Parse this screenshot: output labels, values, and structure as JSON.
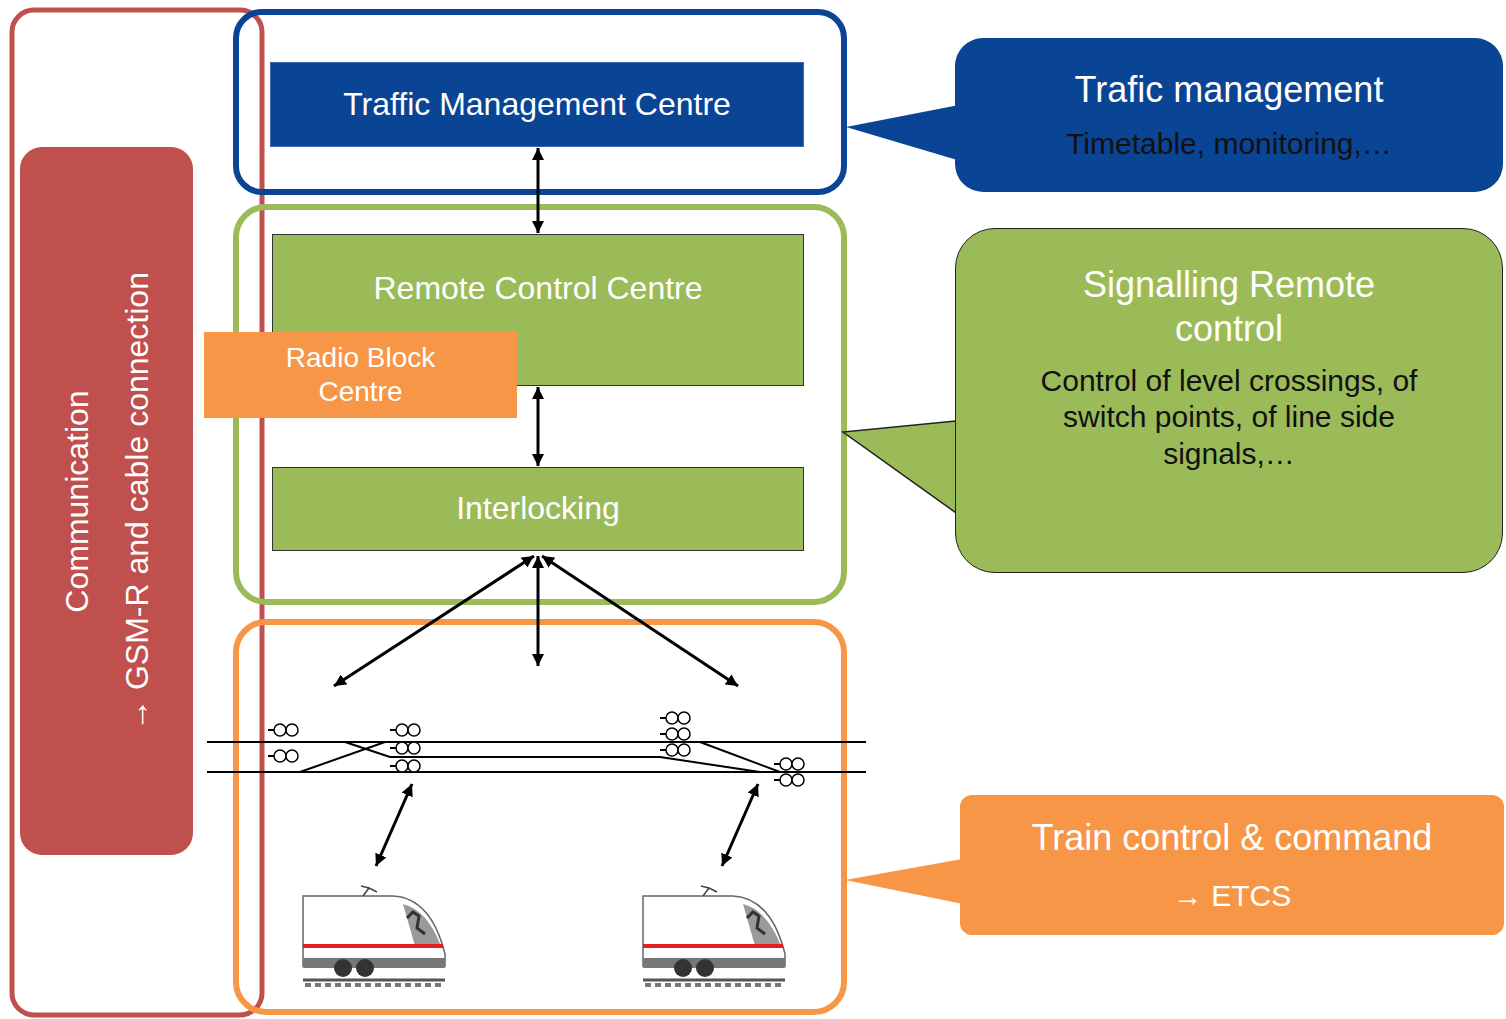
{
  "diagram": {
    "nodes": [
      {
        "text": [
          "Traffic Management Centre"
        ]
      },
      {
        "text": [
          "Remote Control Centre"
        ]
      },
      {
        "text": [
          "Radio Block Centre"
        ]
      },
      {
        "text": [
          "Interlocking"
        ]
      },
      {
        "text": [
          "Trafic management",
          "Timetable, monitoring,…"
        ]
      },
      {
        "text": [
          "Signalling Remote control",
          "Control of level crossings, of switch points, of line side signals,…"
        ]
      },
      {
        "text": [
          "Train control & command",
          "→ ETCS"
        ]
      },
      {
        "text": [
          "Communication",
          "→ GSM-R and cable connection"
        ]
      }
    ],
    "edges": [
      {
        "from": 0,
        "to": 1,
        "arrow": "both"
      },
      {
        "from": 1,
        "to": 3,
        "arrow": "both"
      }
    ]
  }
}
